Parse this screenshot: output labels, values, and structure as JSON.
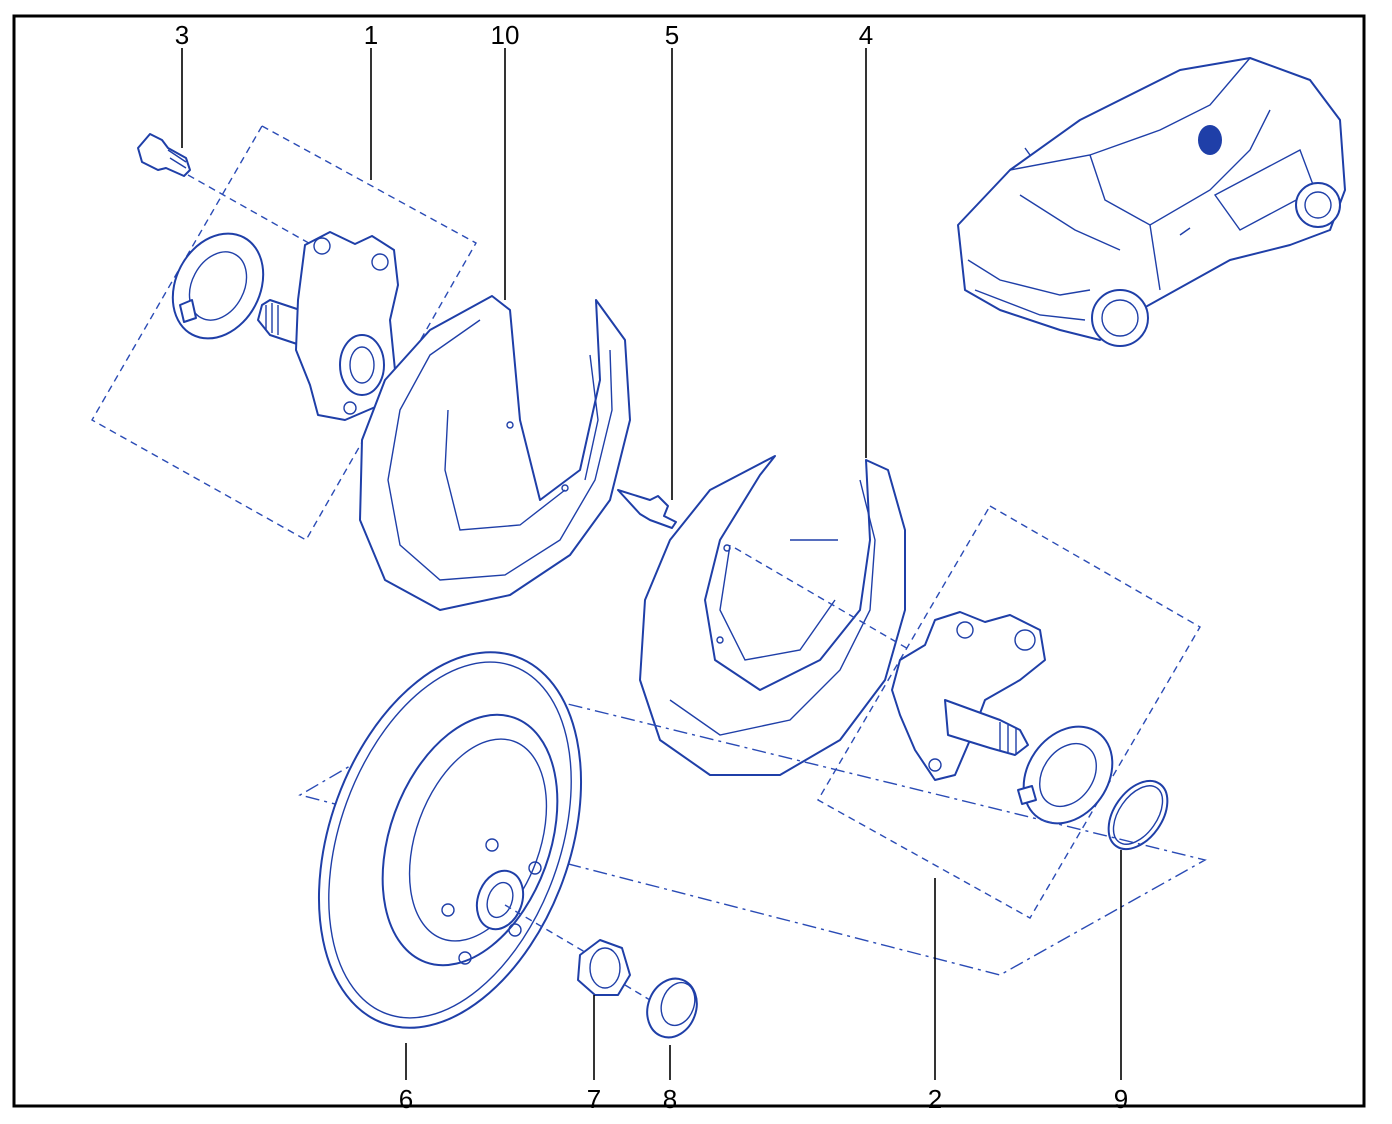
{
  "colors": {
    "line_art": "#1f3fa8",
    "frame": "#000000",
    "background": "#ffffff"
  },
  "callouts": [
    {
      "id": "c3",
      "label": "3"
    },
    {
      "id": "c1",
      "label": "1"
    },
    {
      "id": "c10",
      "label": "10"
    },
    {
      "id": "c5",
      "label": "5"
    },
    {
      "id": "c4",
      "label": "4"
    },
    {
      "id": "c6",
      "label": "6"
    },
    {
      "id": "c7",
      "label": "7"
    },
    {
      "id": "c8",
      "label": "8"
    },
    {
      "id": "c2",
      "label": "2"
    },
    {
      "id": "c9",
      "label": "9"
    }
  ],
  "icons": [
    "car-thumbnail-icon",
    "brake-disc-icon",
    "hub-nut-icon",
    "dust-cap-icon",
    "backing-plate-icon",
    "stub-axle-carrier-icon",
    "circlip-icon"
  ]
}
